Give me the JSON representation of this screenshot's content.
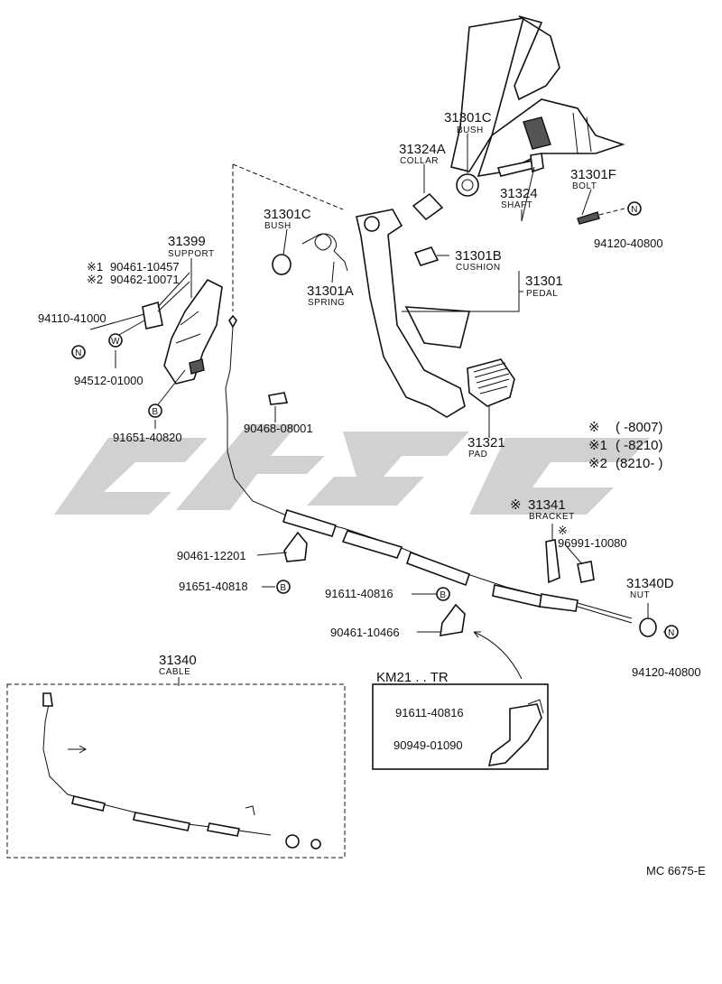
{
  "parts": {
    "bush_top": {
      "number": "31301C",
      "desc": "BUSH"
    },
    "collar": {
      "number": "31324A",
      "desc": "COLLAR"
    },
    "bolt": {
      "number": "31301F",
      "desc": "BOLT"
    },
    "shaft": {
      "number": "31324",
      "desc": "SHAFT"
    },
    "nut_pedal": {
      "number": "94120-40800"
    },
    "bush_left": {
      "number": "31301C",
      "desc": "BUSH"
    },
    "spring": {
      "number": "31301A",
      "desc": "SPRING"
    },
    "cushion": {
      "number": "31301B",
      "desc": "CUSHION"
    },
    "pedal": {
      "number": "31301",
      "desc": "PEDAL"
    },
    "support": {
      "number": "31399",
      "desc": "SUPPORT"
    },
    "support_bolt1": {
      "mark": "※1",
      "number": "90461-10457"
    },
    "support_bolt2": {
      "mark": "※2",
      "number": "90462-10071"
    },
    "nut_support": {
      "number": "94110-41000"
    },
    "washer": {
      "number": "94512-01000"
    },
    "support_bolt": {
      "number": "91651-40820"
    },
    "clip_small": {
      "number": "90468-08001"
    },
    "pad": {
      "number": "31321",
      "desc": "PAD"
    },
    "bracket": {
      "mark": "※",
      "number": "31341",
      "desc": "BRACKET"
    },
    "clip_bracket": {
      "mark": "※",
      "number": "96991-10080"
    },
    "clamp_a": {
      "number": "90461-12201"
    },
    "bolt_clamp_a": {
      "number": "91651-40818"
    },
    "bolt_clamp_b": {
      "number": "91611-40816"
    },
    "clamp_b": {
      "number": "90461-10466"
    },
    "cable_nut": {
      "number": "31340D",
      "desc": "NUT"
    },
    "nut_cable_end": {
      "number": "94120-40800"
    },
    "cable": {
      "number": "31340",
      "desc": "CABLE"
    }
  },
  "circle_marks": {
    "n": "N",
    "w": "W",
    "b": "B"
  },
  "footnotes": [
    {
      "mark": "※",
      "text": "(        -8007)"
    },
    {
      "mark": "※1",
      "text": "(        -8210)"
    },
    {
      "mark": "※2",
      "text": "(8210-        )"
    }
  ],
  "variant_box": {
    "title": "KM21 . . TR",
    "bolt": "91611-40816",
    "bracket": "90949-01090"
  },
  "drawing_code": "MC  6675-E"
}
